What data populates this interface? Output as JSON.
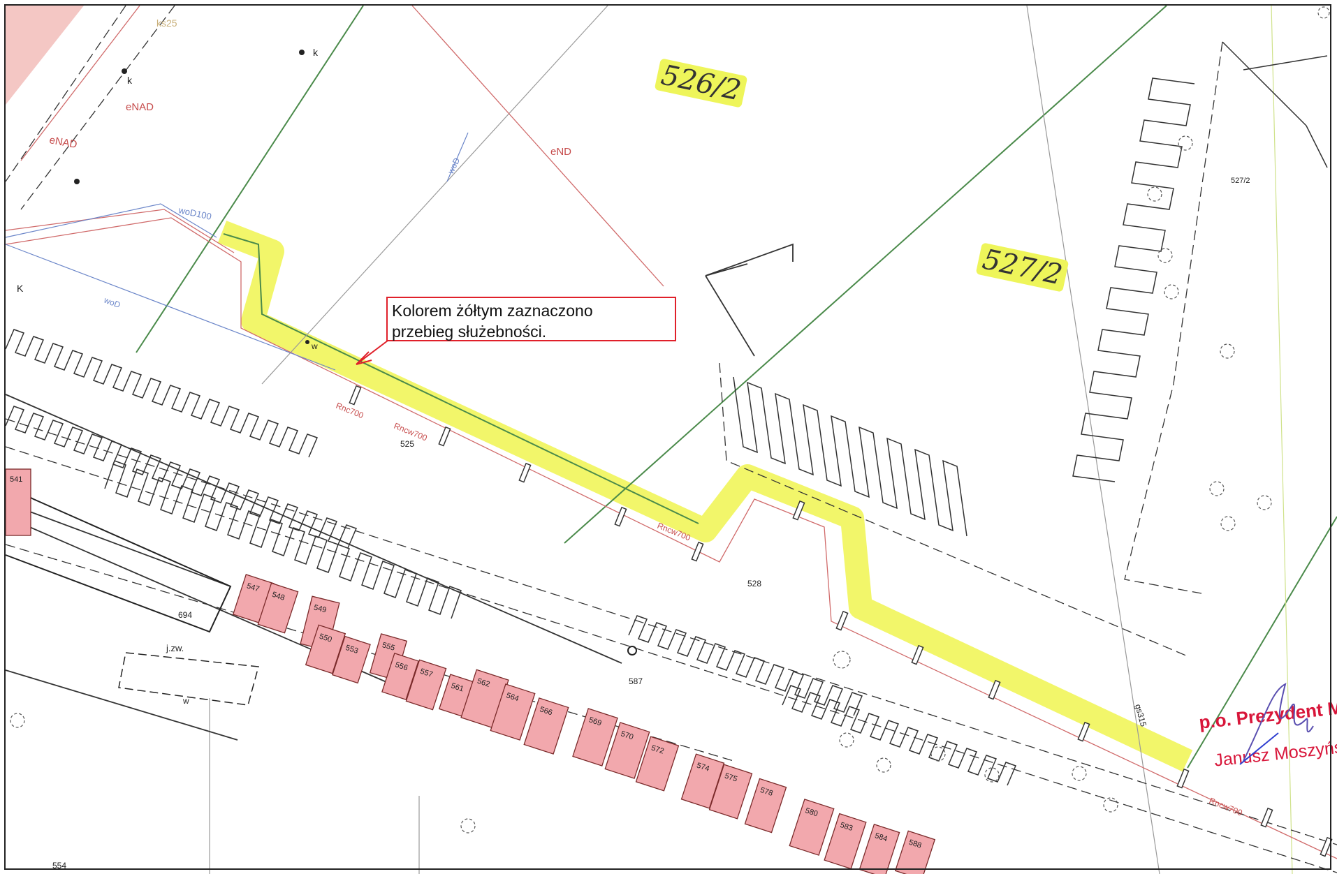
{
  "annotation": {
    "line1": "Kolorem żółtym zaznaczono",
    "line2": "przebieg służebności."
  },
  "parcels_handwritten": [
    "526/2",
    "527/2"
  ],
  "labels": {
    "enad_1": "eNAD",
    "enad_2": "eNAD",
    "ks": "ks25",
    "end": "eND",
    "wod": "woD",
    "wod100": "woD100",
    "wod_2": "woD",
    "k1": "k",
    "k2": "k",
    "k3": "K",
    "w1": "w",
    "w2": "w",
    "rnc700": "Rnc700",
    "rncw700_1": "Rncw700",
    "rncw700_2": "Rncw700",
    "rncw700_3": "Rncw700",
    "p525": "525",
    "p528": "528",
    "p587": "587",
    "p694": "694",
    "p554": "554",
    "p527_2_small": "527/2",
    "jzw": "j.zw.",
    "gs315": "gs315"
  },
  "buildings": [
    {
      "num": "541"
    },
    {
      "num": "547"
    },
    {
      "num": "548"
    },
    {
      "num": "549"
    },
    {
      "num": "550"
    },
    {
      "num": "553"
    },
    {
      "num": "555"
    },
    {
      "num": "556"
    },
    {
      "num": "557"
    },
    {
      "num": "561"
    },
    {
      "num": "562"
    },
    {
      "num": "564"
    },
    {
      "num": "566"
    },
    {
      "num": "569"
    },
    {
      "num": "570"
    },
    {
      "num": "572"
    },
    {
      "num": "574"
    },
    {
      "num": "575"
    },
    {
      "num": "578"
    },
    {
      "num": "580"
    },
    {
      "num": "583"
    },
    {
      "num": "584"
    },
    {
      "num": "588"
    }
  ],
  "stamp": {
    "line1": "p.o. Prezydent Mia",
    "line2": "Janusz Moszyńs"
  },
  "colors": {
    "easement": "#f1f55a",
    "building_fill": "#f2a8ad",
    "building_stroke": "#7a2a2a",
    "parcel_line": "#4a8a4a",
    "utility_red": "#d06a6a",
    "utility_blue": "#6b86c9",
    "stamp_red": "#d8163a"
  }
}
